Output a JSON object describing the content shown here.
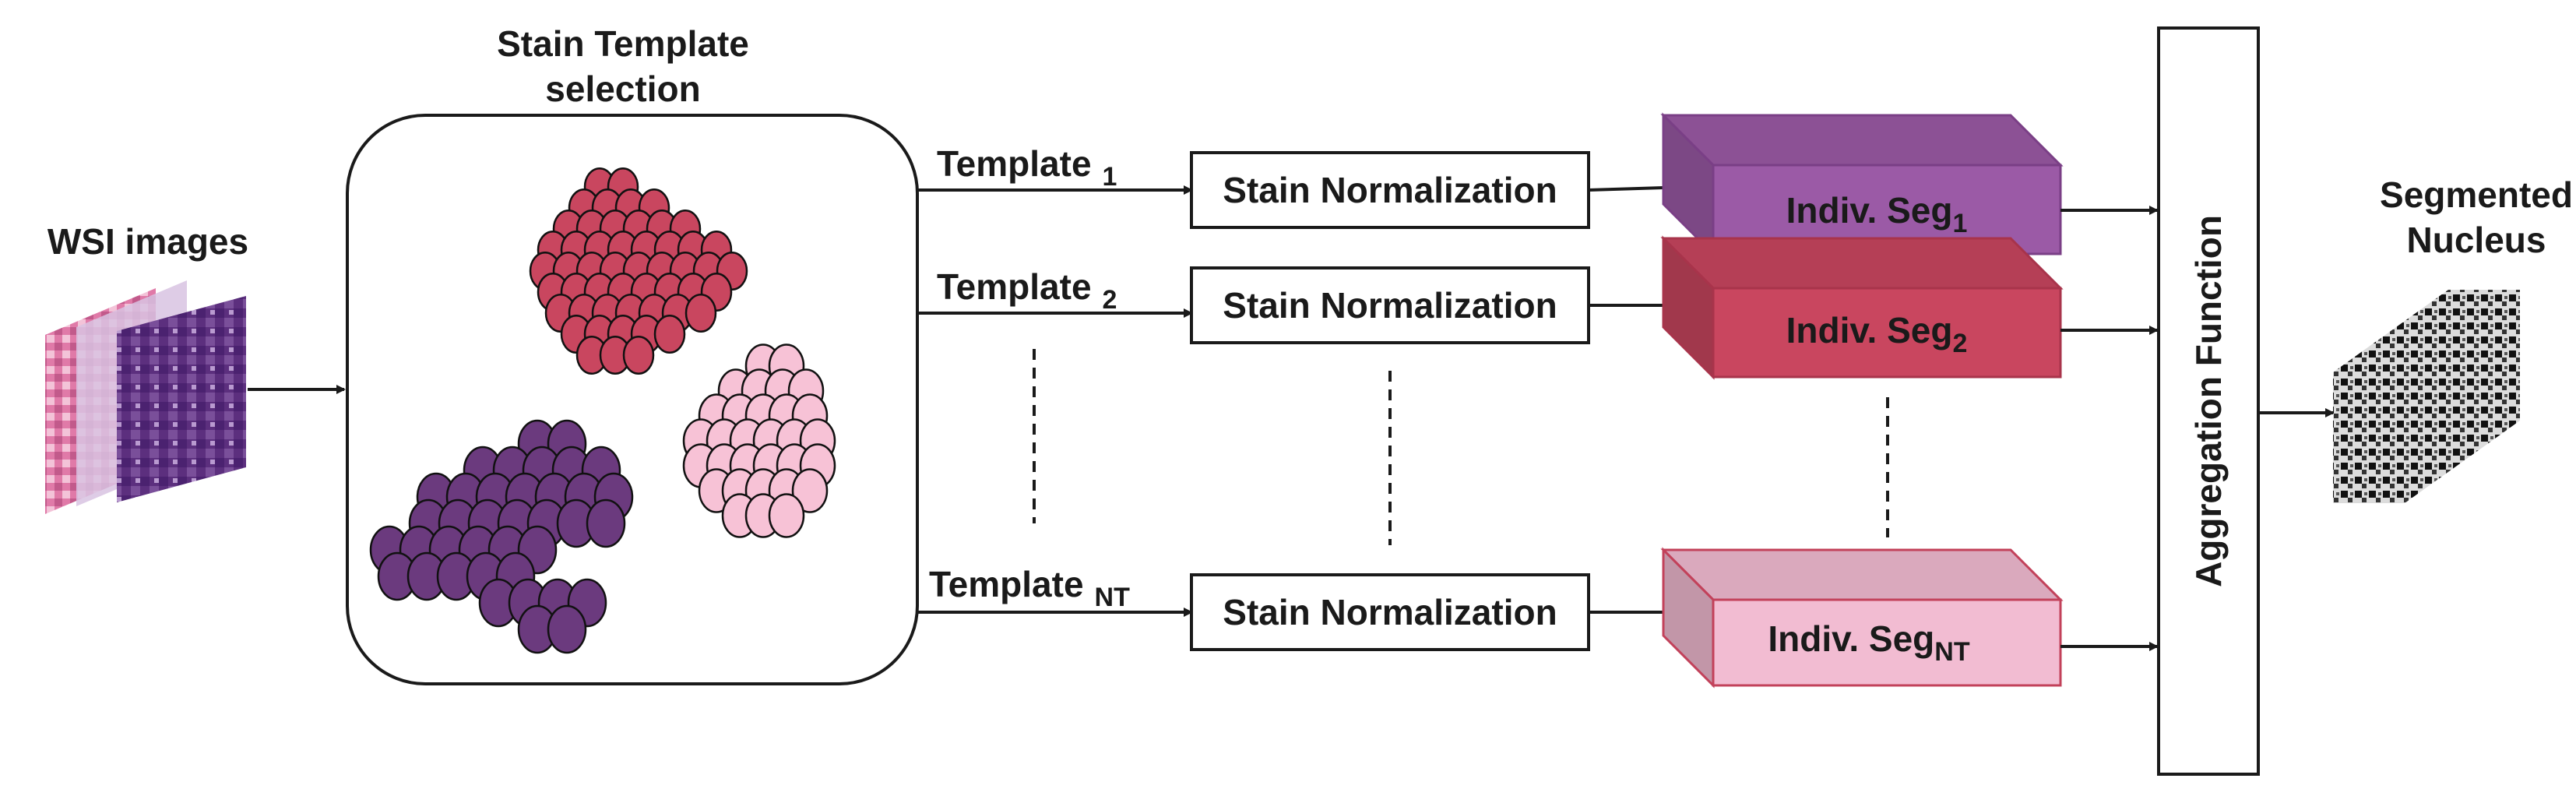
{
  "inputs": {
    "title": "WSI images"
  },
  "template_selection": {
    "title_line1": "Stain Template",
    "title_line2": "selection"
  },
  "templates": [
    {
      "label": "Template",
      "subscript": "1"
    },
    {
      "label": "Template",
      "subscript": "2"
    },
    {
      "label": "Template",
      "subscript": "NT"
    }
  ],
  "normalization": {
    "label": "Stain Normalization"
  },
  "segmentations": [
    {
      "label": "Indiv. Seg",
      "subscript": "1",
      "color": "#9b5aa6"
    },
    {
      "label": "Indiv. Seg",
      "subscript": "2",
      "color": "#c9465f"
    },
    {
      "label": "Indiv. Seg",
      "subscript": "NT",
      "color": "#f2bcd2"
    }
  ],
  "aggregation": {
    "label": "Aggregation Function"
  },
  "output": {
    "title_line1": "Segmented",
    "title_line2": "Nucleus"
  },
  "colors": {
    "cluster_red": "#c9465f",
    "cluster_pink": "#f7c2d6",
    "cluster_purple": "#6b3a7e"
  }
}
